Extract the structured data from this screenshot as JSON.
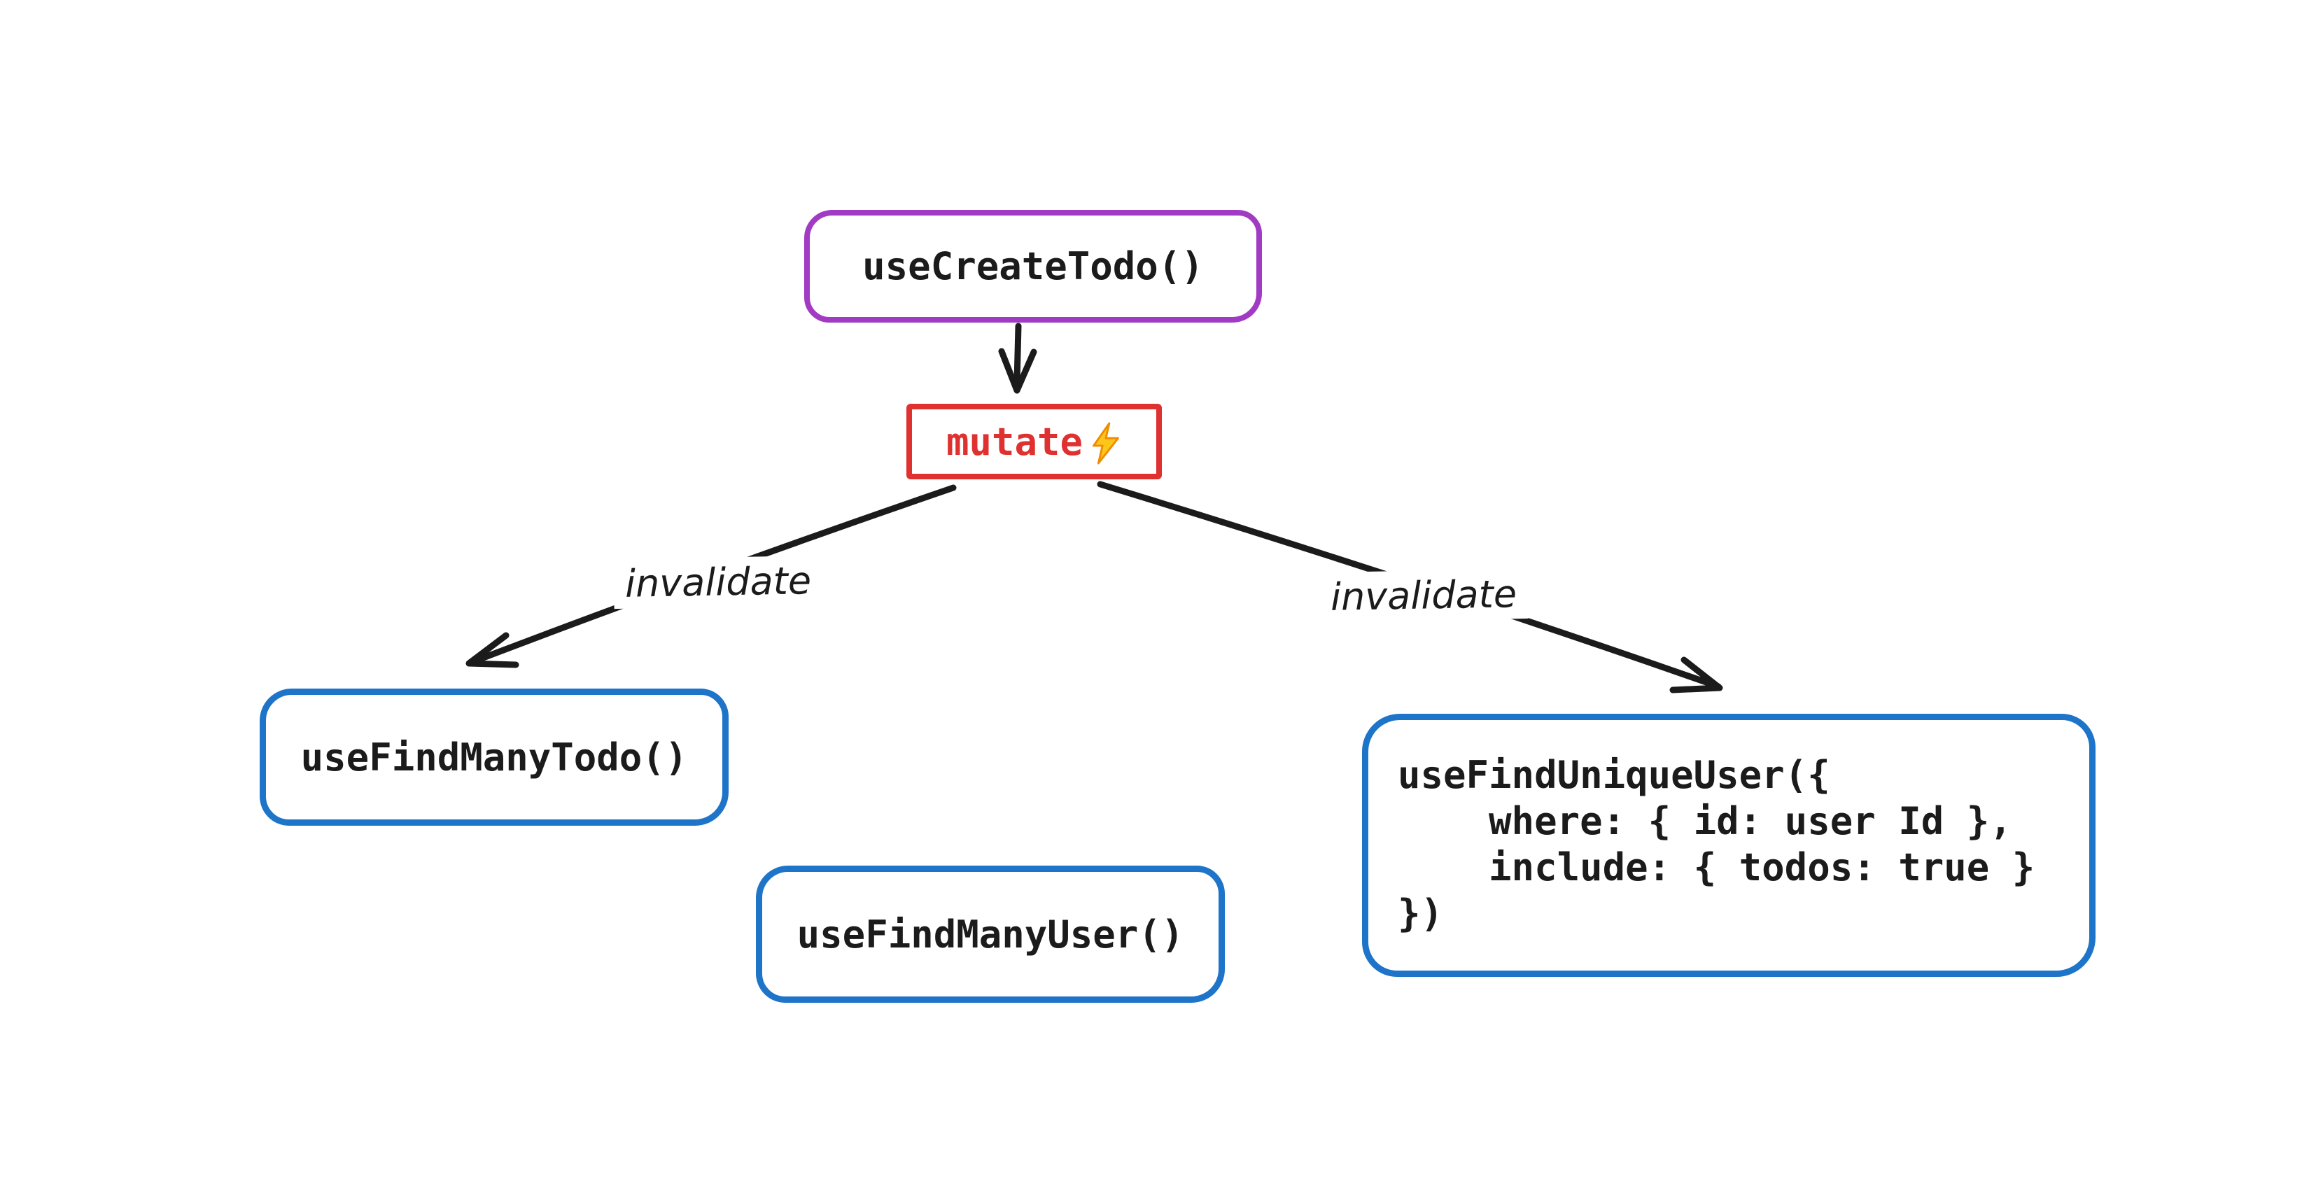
{
  "diagram": {
    "colors": {
      "background": "#ffffff",
      "ink": "#1b1b1b",
      "purple": "#a23bc4",
      "red": "#e03131",
      "blue": "#1e74c8",
      "bolt_fill": "#ffc61a",
      "bolt_stroke": "#f08c00"
    },
    "nodes": {
      "create_todo": {
        "label": "useCreateTodo()",
        "border_color": "#a23bc4"
      },
      "mutate": {
        "label": "mutate",
        "icon": "lightning-bolt",
        "border_color": "#e03131",
        "text_color": "#e03131"
      },
      "find_many_todo": {
        "label": "useFindManyTodo()",
        "border_color": "#1e74c8"
      },
      "find_many_user": {
        "label": "useFindManyUser()",
        "border_color": "#1e74c8"
      },
      "find_unique_user": {
        "border_color": "#1e74c8",
        "lines": [
          "useFindUniqueUser({",
          "    where: { id: user Id },",
          "    include: { todos: true }",
          "})"
        ]
      }
    },
    "edges": {
      "create_to_mutate": {
        "label": ""
      },
      "invalidate_left": {
        "label": "invalidate"
      },
      "invalidate_right": {
        "label": "invalidate"
      }
    }
  }
}
